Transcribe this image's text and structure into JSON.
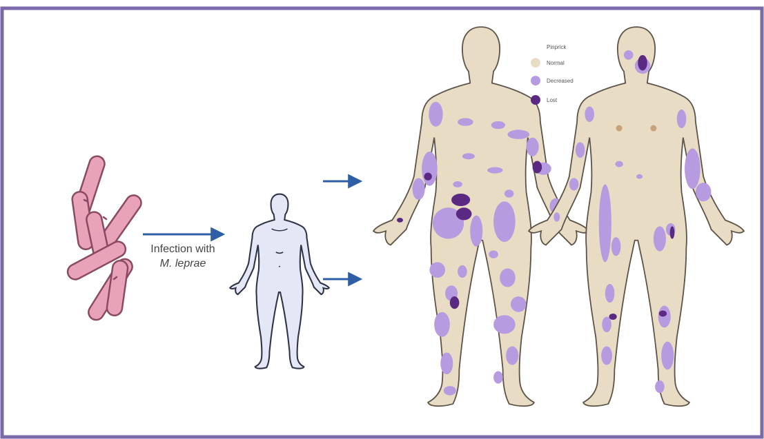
{
  "caption": {
    "line1": "Infection with",
    "line2": "M. leprae"
  },
  "legend": {
    "title": "Pinprick",
    "items": [
      {
        "label": "Normal",
        "color": "#e8dcc4"
      },
      {
        "label": "Decreased",
        "color": "#b79be0"
      },
      {
        "label": "Lost",
        "color": "#5a2a82"
      }
    ]
  },
  "colors": {
    "border": "#7a68a8",
    "bacteria_fill": "#e8a3b8",
    "bacteria_stroke": "#8a4a63",
    "human_fill": "#e3e7f6",
    "human_stroke": "#2e3446",
    "arrow": "#2e5ea6",
    "skin": "#e8dcc4",
    "decreased": "#b79be0",
    "lost": "#5a2a82",
    "body_outline": "#5b5348"
  },
  "icons": [
    "bacteria-icon",
    "human-figure-icon",
    "arrow-icon"
  ]
}
